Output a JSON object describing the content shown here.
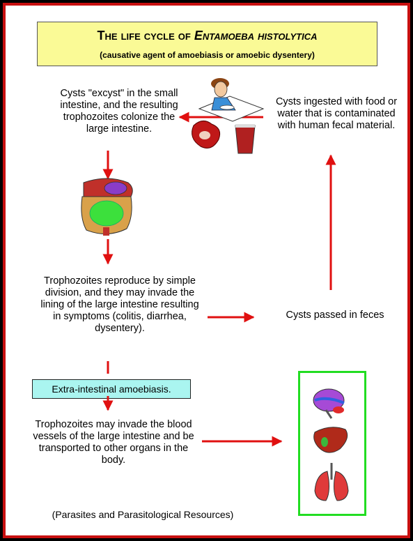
{
  "title": {
    "prefix": "The life cycle of ",
    "species": "Entamoeba histolytica",
    "subtitle": "(causative agent of amoebiasis or amoebic dysentery)"
  },
  "steps": {
    "excyst": "Cysts \"excyst\" in the small intestine, and the resulting trophozoites colonize the large intestine.",
    "ingested": "Cysts ingested with food or water that is contaminated with human fecal material.",
    "reproduce": "Trophozoites reproduce by simple division, and they may invade the lining of the large intestine resulting in symptoms (colitis, diarrhea, dysentery).",
    "passed": "Cysts passed in feces",
    "extra_label": "Extra-intestinal amoebiasis.",
    "invade": "Trophozoites may invade the blood vessels of the large intestine and be transported to other organs in the body."
  },
  "credit": "(Parasites and Parasitological Resources)",
  "colors": {
    "frame": "#c81010",
    "title_bg": "#fafa96",
    "arrow": "#e01010",
    "extra_bg": "#aaf5f0",
    "organ_border": "#22dd22"
  },
  "icons": [
    "person-eating-icon",
    "steak-icon",
    "drink-icon",
    "intestine-icon",
    "brain-icon",
    "liver-icon",
    "lungs-icon"
  ]
}
